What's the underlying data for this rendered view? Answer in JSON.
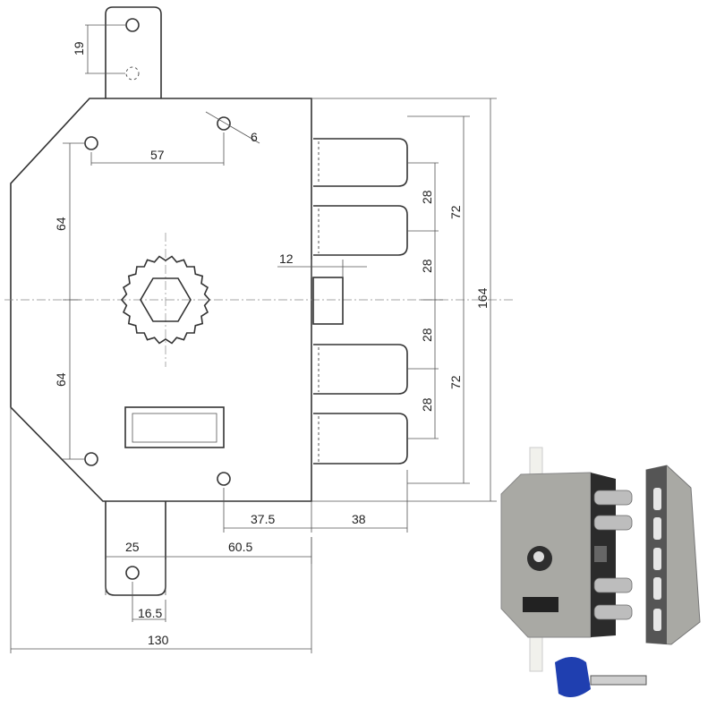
{
  "title": "Lock case technical drawing",
  "dimensions": {
    "tab_hole_spacing": "19",
    "hole_diameter": "6",
    "top_hole_spacing": "57",
    "upper_vertical": "64",
    "lower_vertical": "64",
    "latch_width": "12",
    "bolt_pitch_1": "28",
    "bolt_pitch_2": "28",
    "bolt_pitch_3": "28",
    "bolt_pitch_4": "28",
    "upper_span": "72",
    "lower_span": "72",
    "total_height": "164",
    "backset_hole": "37.5",
    "bolt_throw": "38",
    "tab_width": "25",
    "backset": "60.5",
    "tab_hole_offset": "16.5",
    "total_width": "130"
  },
  "colors": {
    "line": "#333333",
    "key": "#1f3fb0",
    "case": "#a9a9a4"
  }
}
